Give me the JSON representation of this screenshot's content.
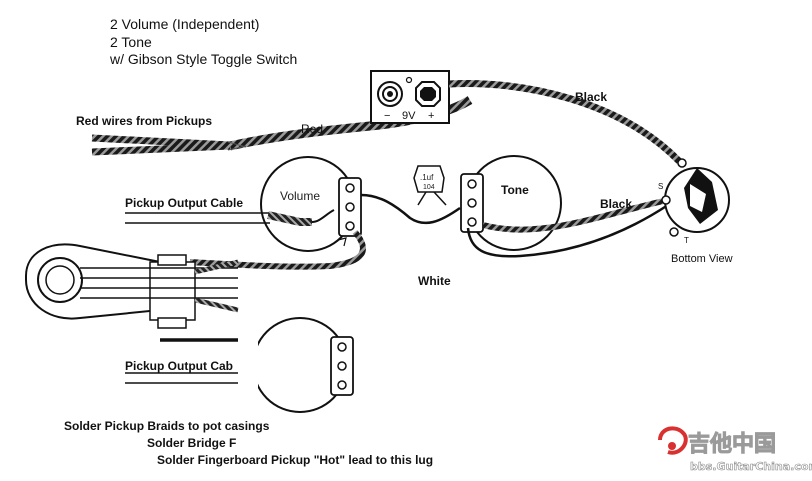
{
  "notes": {
    "line1": "2 Volume (Independent)",
    "line2": "2  Tone",
    "line3": "w/ Gibson Style Toggle Switch"
  },
  "labels": {
    "red_wires": "Red wires from Pickups",
    "red": "Red",
    "black_top": "Black",
    "black_mid": "Black",
    "white": "White",
    "volume": "Volume",
    "tone": "Tone",
    "pickup_output_cable_1": "Pickup Output Cable",
    "pickup_output_cable_2": "Pickup Output Cab",
    "bottom_view": "Bottom View",
    "battery_minus": "−",
    "battery_volt": "9V",
    "battery_plus": "+",
    "cap_value": ".1uf",
    "cap_code": "104",
    "jack_s": "S",
    "jack_t": "T"
  },
  "instructions": {
    "line1": "Solder Pickup Braids to pot casings",
    "line2": "Solder Bridge F",
    "line3": "Solder Fingerboard Pickup \"Hot\" lead to this lug"
  },
  "watermark": {
    "chinese": "吉他中国",
    "url": "bbs.GuitarChina.com"
  }
}
